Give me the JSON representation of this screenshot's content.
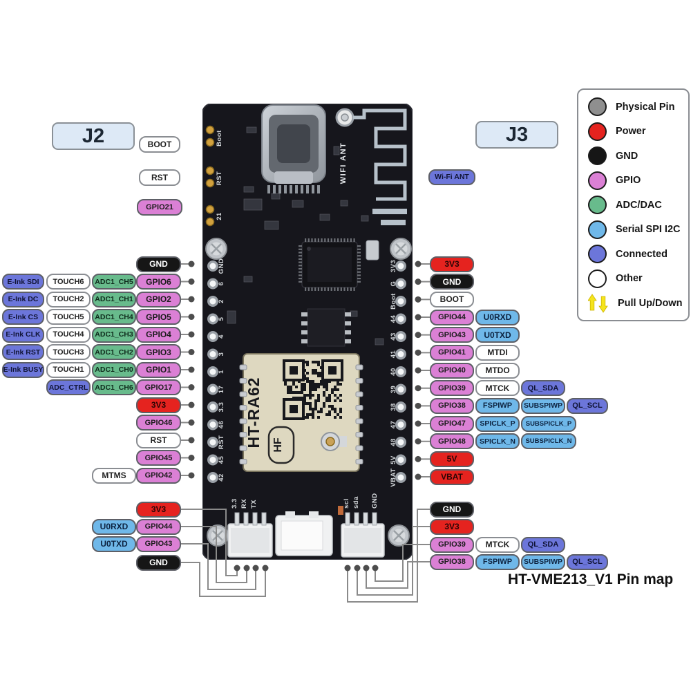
{
  "title": "HT-VME213_V1 Pin map",
  "connectors": {
    "j2": "J2",
    "j3": "J3"
  },
  "colors": {
    "physical": "#8F8F8F",
    "power": "#E5231F",
    "gnd": "#161616",
    "gpio": "#DB80D5",
    "adc": "#68BB8C",
    "serial": "#6FB8E9",
    "connected": "#6C76DA",
    "other": "#FFFFFF",
    "pull_arrow": "#F5E41C",
    "pcb": "#16161C",
    "module": "#DED8C0",
    "wire": "#8A8A8A"
  },
  "legend": {
    "items": [
      {
        "label": "Physical Pin",
        "type": "physical"
      },
      {
        "label": "Power",
        "type": "power"
      },
      {
        "label": "GND",
        "type": "gnd"
      },
      {
        "label": "GPIO",
        "type": "gpio"
      },
      {
        "label": "ADC/DAC",
        "type": "adc"
      },
      {
        "label": "Serial SPI I2C",
        "type": "serial"
      },
      {
        "label": "Connected",
        "type": "connected"
      },
      {
        "label": "Other",
        "type": "other"
      },
      {
        "label": "Pull Up/Down",
        "type": "pull"
      }
    ]
  },
  "top_left_pins": [
    {
      "label": "BOOT",
      "type": "other"
    },
    {
      "label": "RST",
      "type": "other"
    },
    {
      "label": "GPIO21",
      "type": "gpio"
    }
  ],
  "wifi_ant": {
    "label": "Wi-Fi ANT",
    "type": "connected"
  },
  "left_rows": [
    {
      "cells": [
        {
          "label": "GND",
          "type": "gnd",
          "col": 3
        }
      ]
    },
    {
      "cells": [
        {
          "label": "E-Ink SDI",
          "type": "connected",
          "col": 0
        },
        {
          "label": "TOUCH6",
          "type": "other",
          "col": 1
        },
        {
          "label": "ADC1_CH5",
          "type": "adc",
          "col": 2
        },
        {
          "label": "GPIO6",
          "type": "gpio",
          "col": 3
        }
      ]
    },
    {
      "cells": [
        {
          "label": "E-Ink DC",
          "type": "connected",
          "col": 0
        },
        {
          "label": "TOUCH2",
          "type": "other",
          "col": 1
        },
        {
          "label": "ADC1_CH1",
          "type": "adc",
          "col": 2
        },
        {
          "label": "GPIO2",
          "type": "gpio",
          "col": 3
        }
      ]
    },
    {
      "cells": [
        {
          "label": "E-Ink CS",
          "type": "connected",
          "col": 0
        },
        {
          "label": "TOUCH5",
          "type": "other",
          "col": 1
        },
        {
          "label": "ADC1_CH4",
          "type": "adc",
          "col": 2
        },
        {
          "label": "GPIO5",
          "type": "gpio",
          "col": 3
        }
      ]
    },
    {
      "cells": [
        {
          "label": "E-Ink CLK",
          "type": "connected",
          "col": 0
        },
        {
          "label": "TOUCH4",
          "type": "other",
          "col": 1
        },
        {
          "label": "ADC1_CH3",
          "type": "adc",
          "col": 2
        },
        {
          "label": "GPIO4",
          "type": "gpio",
          "col": 3
        }
      ]
    },
    {
      "cells": [
        {
          "label": "E-Ink RST",
          "type": "connected",
          "col": 0
        },
        {
          "label": "TOUCH3",
          "type": "other",
          "col": 1
        },
        {
          "label": "ADC1_CH2",
          "type": "adc",
          "col": 2
        },
        {
          "label": "GPIO3",
          "type": "gpio",
          "col": 3
        }
      ]
    },
    {
      "cells": [
        {
          "label": "E-Ink BUSY",
          "type": "connected",
          "col": 0
        },
        {
          "label": "TOUCH1",
          "type": "other",
          "col": 1
        },
        {
          "label": "ADC1_CH0",
          "type": "adc",
          "col": 2
        },
        {
          "label": "GPIO1",
          "type": "gpio",
          "col": 3
        }
      ]
    },
    {
      "cells": [
        {
          "label": "ADC_CTRL",
          "type": "connected",
          "col": 1
        },
        {
          "label": "ADC1_CH6",
          "type": "adc",
          "col": 2
        },
        {
          "label": "GPIO17",
          "type": "gpio",
          "col": 3
        }
      ]
    },
    {
      "cells": [
        {
          "label": "3V3",
          "type": "power",
          "col": 3
        }
      ]
    },
    {
      "cells": [
        {
          "label": "GPIO46",
          "type": "gpio",
          "col": 3
        }
      ]
    },
    {
      "cells": [
        {
          "label": "RST",
          "type": "other",
          "col": 3
        }
      ]
    },
    {
      "cells": [
        {
          "label": "GPIO45",
          "type": "gpio",
          "col": 3
        }
      ]
    },
    {
      "cells": [
        {
          "label": "MTMS",
          "type": "other",
          "col": 2
        },
        {
          "label": "GPIO42",
          "type": "gpio",
          "col": 3
        }
      ]
    }
  ],
  "right_rows": [
    {
      "cells": [
        {
          "label": "3V3",
          "type": "power",
          "col": 0
        }
      ]
    },
    {
      "cells": [
        {
          "label": "GND",
          "type": "gnd",
          "col": 0
        }
      ]
    },
    {
      "cells": [
        {
          "label": "BOOT",
          "type": "other",
          "col": 0
        }
      ]
    },
    {
      "cells": [
        {
          "label": "GPIO44",
          "type": "gpio",
          "col": 0
        },
        {
          "label": "U0RXD",
          "type": "serial",
          "col": 1
        }
      ]
    },
    {
      "cells": [
        {
          "label": "GPIO43",
          "type": "gpio",
          "col": 0
        },
        {
          "label": "U0TXD",
          "type": "serial",
          "col": 1
        }
      ]
    },
    {
      "cells": [
        {
          "label": "GPIO41",
          "type": "gpio",
          "col": 0
        },
        {
          "label": "MTDI",
          "type": "other",
          "col": 1
        }
      ]
    },
    {
      "cells": [
        {
          "label": "GPIO40",
          "type": "gpio",
          "col": 0
        },
        {
          "label": "MTDO",
          "type": "other",
          "col": 1
        }
      ]
    },
    {
      "cells": [
        {
          "label": "GPIO39",
          "type": "gpio",
          "col": 0
        },
        {
          "label": "MTCK",
          "type": "other",
          "col": 1
        },
        {
          "label": "QL_SDA",
          "type": "connected",
          "col": 2
        }
      ]
    },
    {
      "cells": [
        {
          "label": "GPIO38",
          "type": "gpio",
          "col": 0
        },
        {
          "label": "FSPIWP",
          "type": "serial",
          "col": 1
        },
        {
          "label": "SUBSPIWP",
          "type": "serial",
          "col": 2
        },
        {
          "label": "QL_SCL",
          "type": "connected",
          "col": 3
        }
      ]
    },
    {
      "cells": [
        {
          "label": "GPIO47",
          "type": "gpio",
          "col": 0
        },
        {
          "label": "SPICLK_P",
          "type": "serial",
          "col": 1
        },
        {
          "label": "SUBSPICLK_P",
          "type": "serial",
          "col": 2,
          "w": 80
        }
      ]
    },
    {
      "cells": [
        {
          "label": "GPIO48",
          "type": "gpio",
          "col": 0
        },
        {
          "label": "SPICLK_N",
          "type": "serial",
          "col": 1
        },
        {
          "label": "SUBSPICLK_N",
          "type": "serial",
          "col": 2,
          "w": 80
        }
      ]
    },
    {
      "cells": [
        {
          "label": "5V",
          "type": "power",
          "col": 0
        }
      ]
    },
    {
      "cells": [
        {
          "label": "VBAT",
          "type": "power",
          "col": 0
        }
      ]
    }
  ],
  "bottom_left_rows": [
    {
      "cells": [
        {
          "label": "3V3",
          "type": "power",
          "col": 3
        }
      ]
    },
    {
      "cells": [
        {
          "label": "U0RXD",
          "type": "serial",
          "col": 2
        },
        {
          "label": "GPIO44",
          "type": "gpio",
          "col": 3
        }
      ]
    },
    {
      "cells": [
        {
          "label": "U0TXD",
          "type": "serial",
          "col": 2
        },
        {
          "label": "GPIO43",
          "type": "gpio",
          "col": 3
        }
      ]
    },
    {
      "cells": [
        {
          "label": "GND",
          "type": "gnd",
          "col": 3
        }
      ]
    }
  ],
  "bottom_right_rows": [
    {
      "cells": [
        {
          "label": "GND",
          "type": "gnd",
          "col": 0
        }
      ]
    },
    {
      "cells": [
        {
          "label": "3V3",
          "type": "power",
          "col": 0
        }
      ]
    },
    {
      "cells": [
        {
          "label": "GPIO39",
          "type": "gpio",
          "col": 0
        },
        {
          "label": "MTCK",
          "type": "other",
          "col": 1
        },
        {
          "label": "QL_SDA",
          "type": "connected",
          "col": 2
        }
      ]
    },
    {
      "cells": [
        {
          "label": "GPIO38",
          "type": "gpio",
          "col": 0
        },
        {
          "label": "FSPIWP",
          "type": "serial",
          "col": 1
        },
        {
          "label": "SUBSPIWP",
          "type": "serial",
          "col": 2
        },
        {
          "label": "QL_SCL",
          "type": "connected",
          "col": 3
        }
      ]
    }
  ],
  "board_silkscreen": {
    "edge_pads": [
      "Boot",
      "RST",
      "21"
    ],
    "wifi_ant": "WIFI ANT",
    "module_name": "HT-RA62",
    "module_logo": "HF",
    "uart_pins": [
      "3.3",
      "RX",
      "TX"
    ],
    "i2c_pins": [
      "scl",
      "sda",
      "GND"
    ],
    "left_pin_numbers": [
      "GND",
      "6",
      "2",
      "5",
      "4",
      "3",
      "1",
      "17",
      "3.3",
      "46",
      "RST",
      "45",
      "42"
    ],
    "right_pin_numbers": [
      "3V3",
      "G",
      "Boot",
      "44",
      "43",
      "41",
      "40",
      "39",
      "38",
      "47",
      "48",
      "5V",
      "VBAT"
    ]
  }
}
